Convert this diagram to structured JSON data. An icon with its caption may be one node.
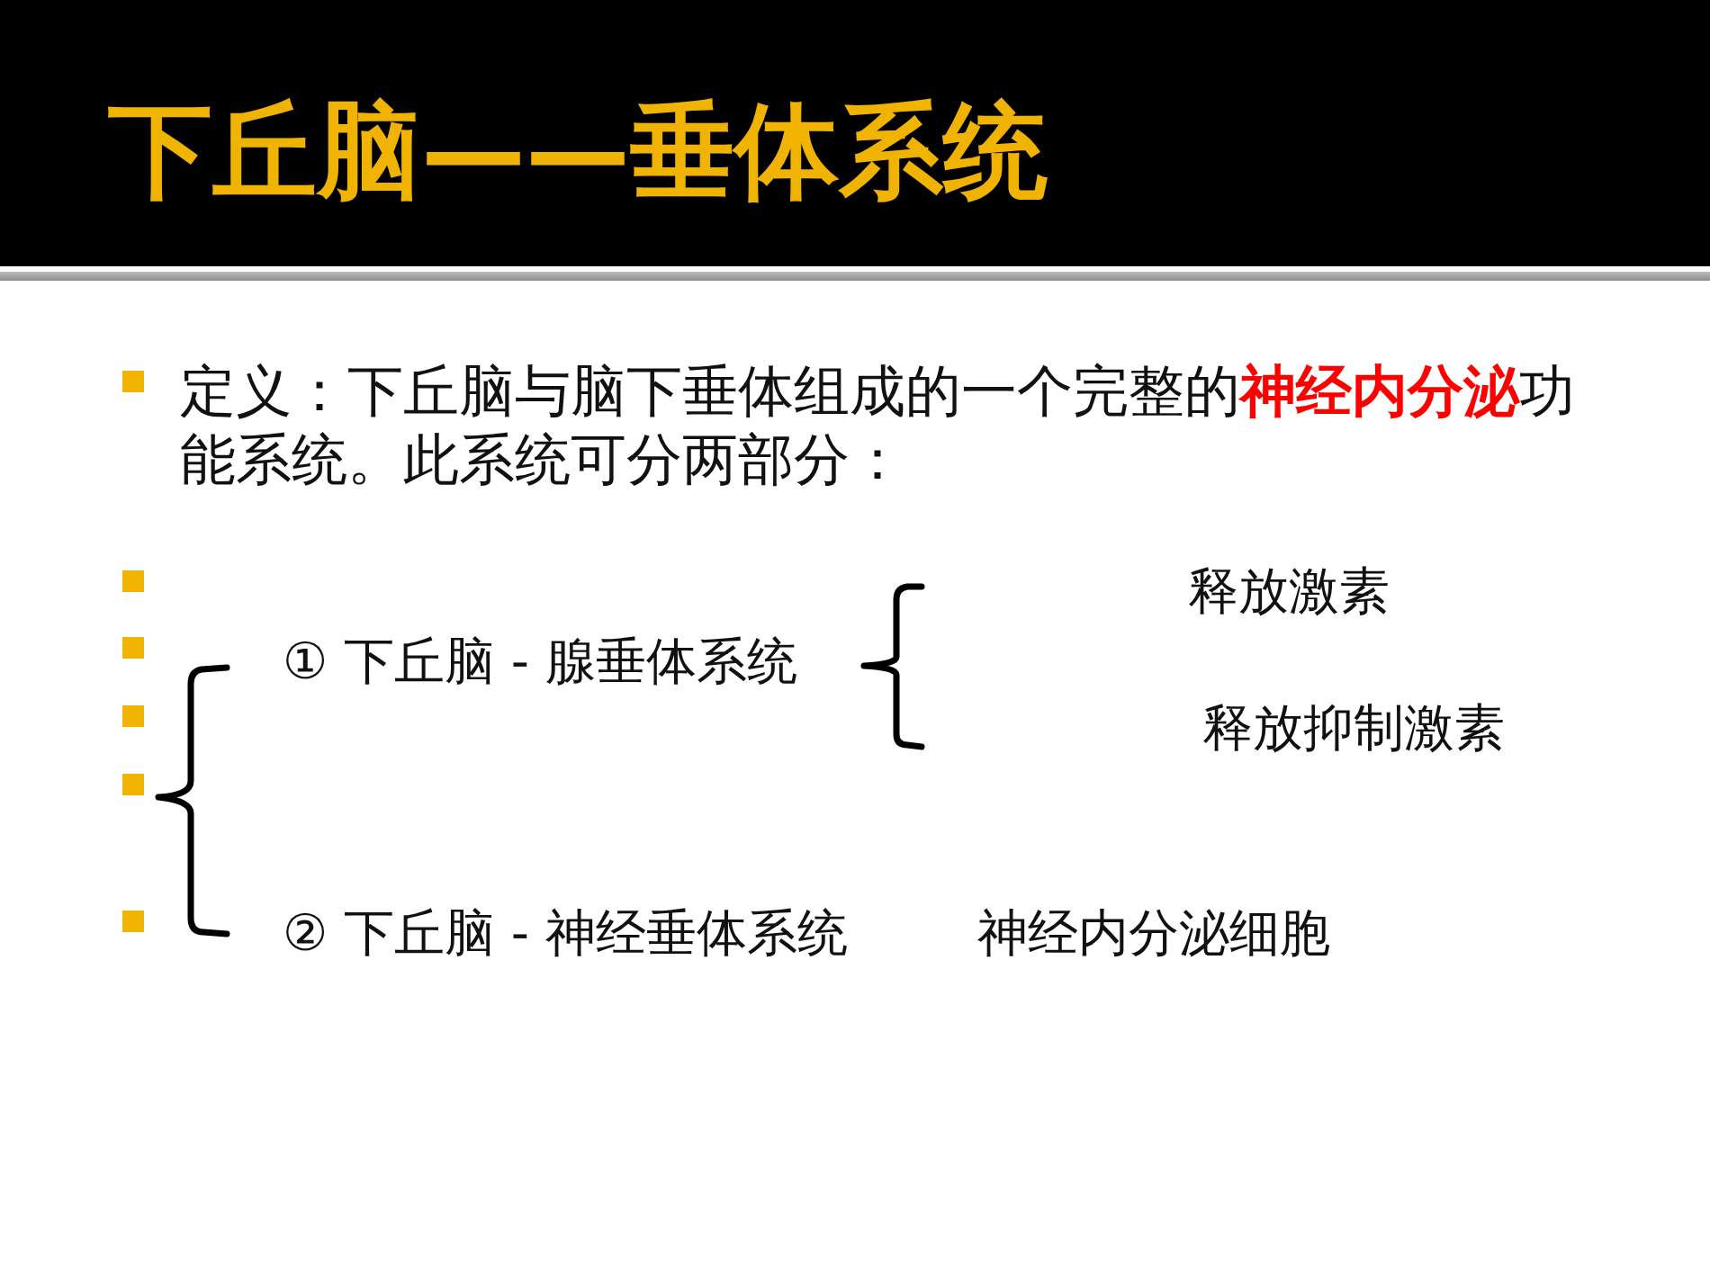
{
  "diagram": {
    "title": "下丘脑——垂体系统",
    "labels": [
      "定义：下丘脑与脑下垂体组成的一个完整的**神经内分泌**功能系统。此系统可分两部分：",
      "释放激素",
      "① 下丘脑 - 腺垂体系统",
      "释放抑制激素",
      "② 下丘脑 - 神经垂体系统",
      "神经内分泌细胞"
    ]
  }
}
